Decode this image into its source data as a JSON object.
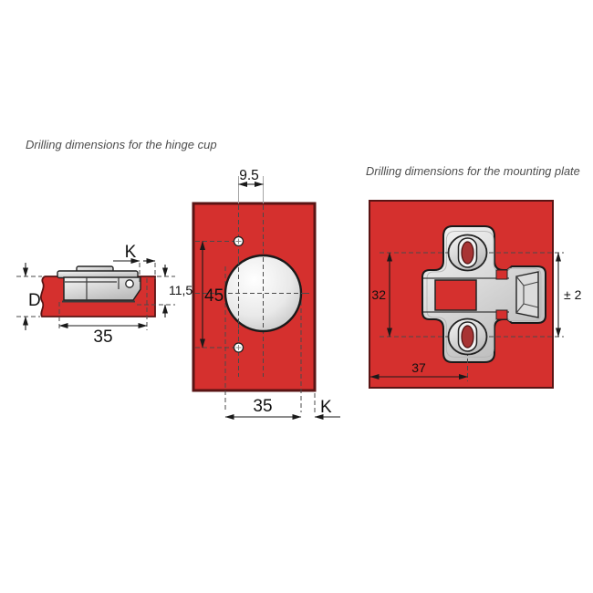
{
  "titles": {
    "hinge_cup": "Drilling dimensions for the hinge cup",
    "mounting_plate": "Drilling dimensions for the mounting plate"
  },
  "hinge_cup_side_view": {
    "reveal_label": "K",
    "board_thickness_label": "D",
    "cup_depth_label": "11,5",
    "cup_width_label": "35"
  },
  "hinge_cup_front_view": {
    "center_offset_label": "9.5",
    "screw_hole_spacing_label": "45",
    "cup_diameter_label": "35",
    "edge_distance_label": "K"
  },
  "mounting_plate_view": {
    "screw_spacing_label": "32",
    "height_adjustment_label": "± 2",
    "edge_distance_label": "37"
  },
  "colors": {
    "panel_red": "#d5302e",
    "panel_border": "#5a1414",
    "line": "#1a1a1a",
    "dash": "#4a4a4a",
    "metal_light": "#f6f6f6",
    "metal_dark": "#bdbdbd",
    "title_text": "#4d4d4d"
  }
}
